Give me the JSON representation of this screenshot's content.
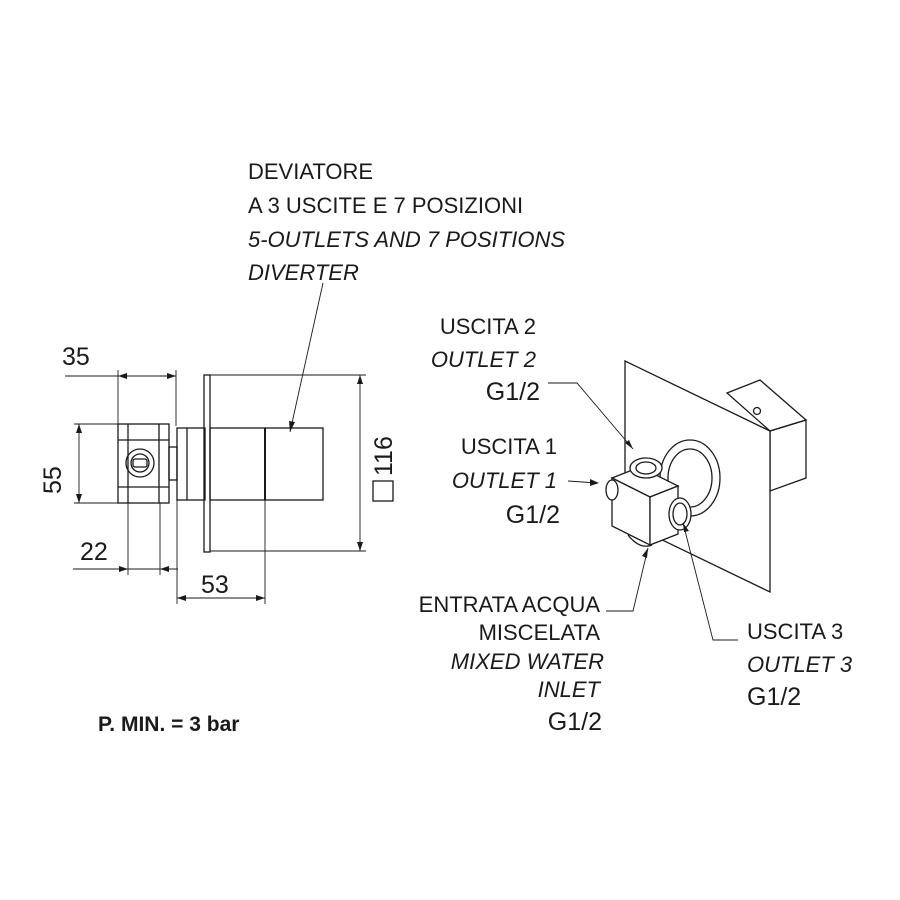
{
  "title_lines": [
    "DEVIATORE",
    "A 3 USCITE E 7 POSIZIONI",
    "5-OUTLETS AND 7 POSITIONS",
    "DIVERTER"
  ],
  "dimensions": {
    "d35": "35",
    "d55": "55",
    "d22": "22",
    "d53": "53",
    "d116": "116"
  },
  "outlet2": {
    "it": "USCITA 2",
    "en": "OUTLET 2",
    "thread": "G1/2"
  },
  "outlet1": {
    "it": "USCITA 1",
    "en": "OUTLET 1",
    "thread": "G1/2"
  },
  "outlet3": {
    "it": "USCITA 3",
    "en": "OUTLET 3",
    "thread": "G1/2"
  },
  "inlet": {
    "it1": "ENTRATA ACQUA",
    "it2": "MISCELATA",
    "en1": "MIXED WATER",
    "en2": "INLET",
    "thread": "G1/2"
  },
  "pressure_note": "P. MIN. = 3 bar"
}
